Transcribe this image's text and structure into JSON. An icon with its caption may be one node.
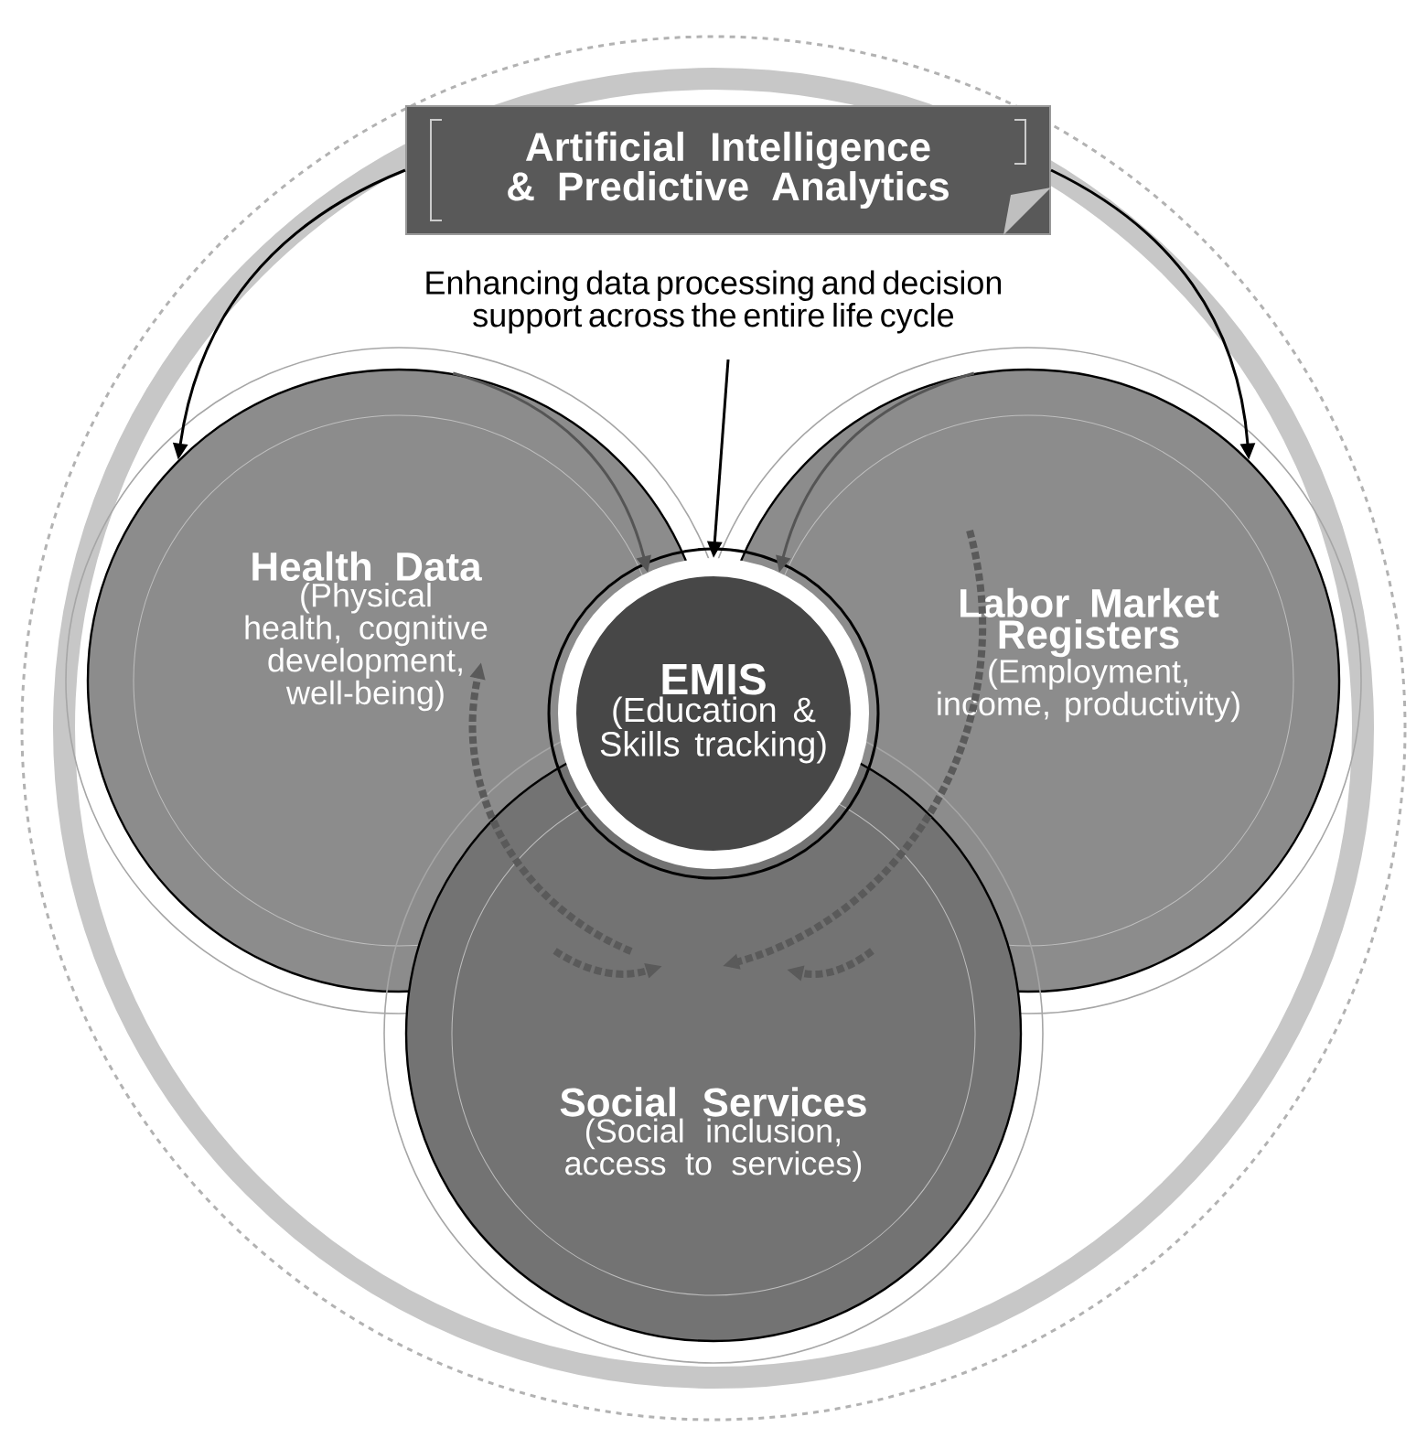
{
  "diagram": {
    "nodes": [
      {
        "text": [
          "Artificial Intelligence & Predictive Analytics"
        ],
        "beside": [
          "Enhancing data processing and decision support across the entire life cycle"
        ]
      },
      {
        "text": [
          "Health Data",
          "(Physical health, cognitive development, well-being)"
        ]
      },
      {
        "text": [
          "EMIS",
          "(Education & Skills tracking)"
        ]
      },
      {
        "text": [
          "Labor Market Registers",
          "(Employment, income, productivity)"
        ]
      },
      {
        "text": [
          "Social Services",
          "(Social inclusion, access to services)"
        ]
      }
    ],
    "edges": [
      {
        "from": 0,
        "to": 1,
        "arrow": "to"
      },
      {
        "from": 0,
        "to": 3,
        "arrow": "to"
      },
      {
        "from": 0,
        "to": 2,
        "arrow": "to"
      },
      {
        "from": 1,
        "to": 2,
        "arrow": "to",
        "color": "#555555"
      },
      {
        "from": 3,
        "to": 2,
        "arrow": "to",
        "color": "#555555"
      },
      {
        "from": 4,
        "to": 1,
        "arrow": "to",
        "style": "dashed",
        "color": "#5a5a5a"
      },
      {
        "from": 3,
        "to": 4,
        "arrow": "to",
        "style": "dashed",
        "color": "#5a5a5a"
      },
      {
        "from": 1,
        "to": 4,
        "arrow": "to",
        "style": "dashed",
        "color": "#5a5a5a"
      },
      {
        "from": 3,
        "to": 4,
        "arrow": "to",
        "style": "dashed",
        "color": "#5a5a5a"
      }
    ]
  }
}
